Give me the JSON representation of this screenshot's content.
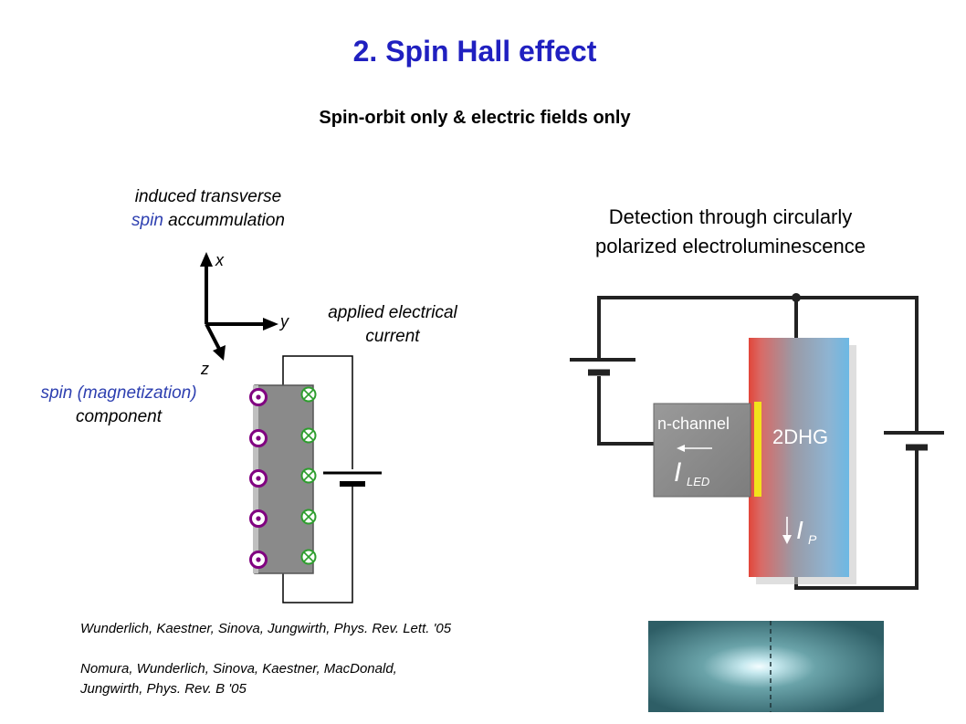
{
  "title": "2. Spin Hall effect",
  "subtitle": "Spin-orbit only & electric fields only",
  "left_diagram": {
    "induced_line1": "induced transverse",
    "induced_spin": "spin",
    "induced_rest": " accummulation",
    "axis_x": "x",
    "axis_y": "y",
    "axis_z": "z",
    "applied_line1": "applied electrical",
    "applied_line2": "current",
    "spin_component_line1": "spin (magnetization)",
    "spin_component_line2": "component"
  },
  "right_diagram": {
    "detection_line1": "Detection through circularly",
    "detection_line2": "polarized electroluminescence",
    "nchannel_label": "n-channel",
    "hole_gas_label": "2DHG",
    "led_current_main": "I",
    "led_current_sub": "LED",
    "p_current_main": "I",
    "p_current_sub": "P"
  },
  "references": {
    "ref1": "Wunderlich, Kaestner, Sinova, Jungwirth, Phys. Rev. Lett. '05",
    "ref2_line1": "Nomura, Wunderlich, Sinova, Kaestner, MacDonald,",
    "ref2_line2": "Jungwirth, Phys. Rev. B '05"
  },
  "colors": {
    "title": "#2020c0",
    "spin_text": "#2d3fb0",
    "spin_up_marker": "#800080",
    "spin_down_marker": "#2e9e2e"
  }
}
